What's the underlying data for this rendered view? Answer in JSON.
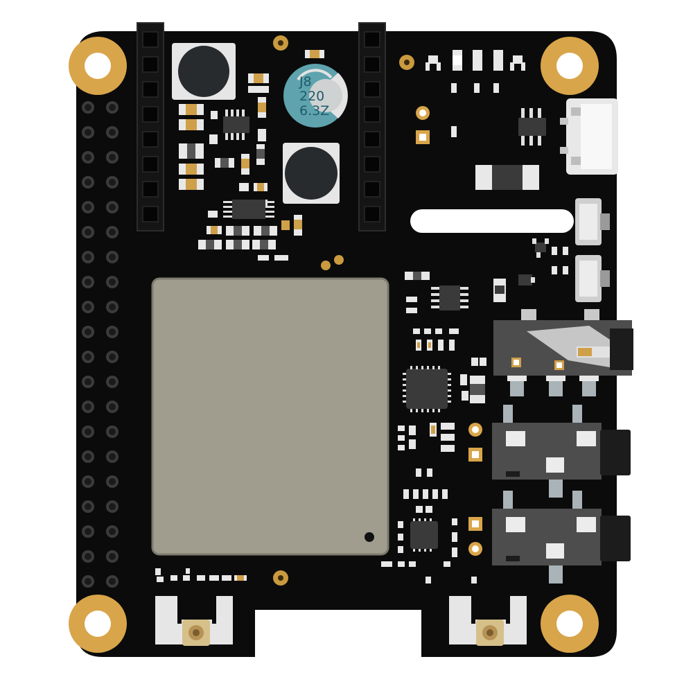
{
  "board": {
    "colors": {
      "pcb": "#0b0b0b",
      "gold": "#d9a54a",
      "module": "#a19d8e",
      "silk": "#f2f2f2",
      "cap": "#5ea3ae",
      "jack": "#4d4d4d"
    },
    "capacitor": {
      "line1": "J8",
      "line2": "220",
      "line3": "6.3Z"
    },
    "mounting_holes": 4,
    "gpio_header_pins": 40,
    "audio_jacks": 3,
    "antenna_connectors": 2
  }
}
